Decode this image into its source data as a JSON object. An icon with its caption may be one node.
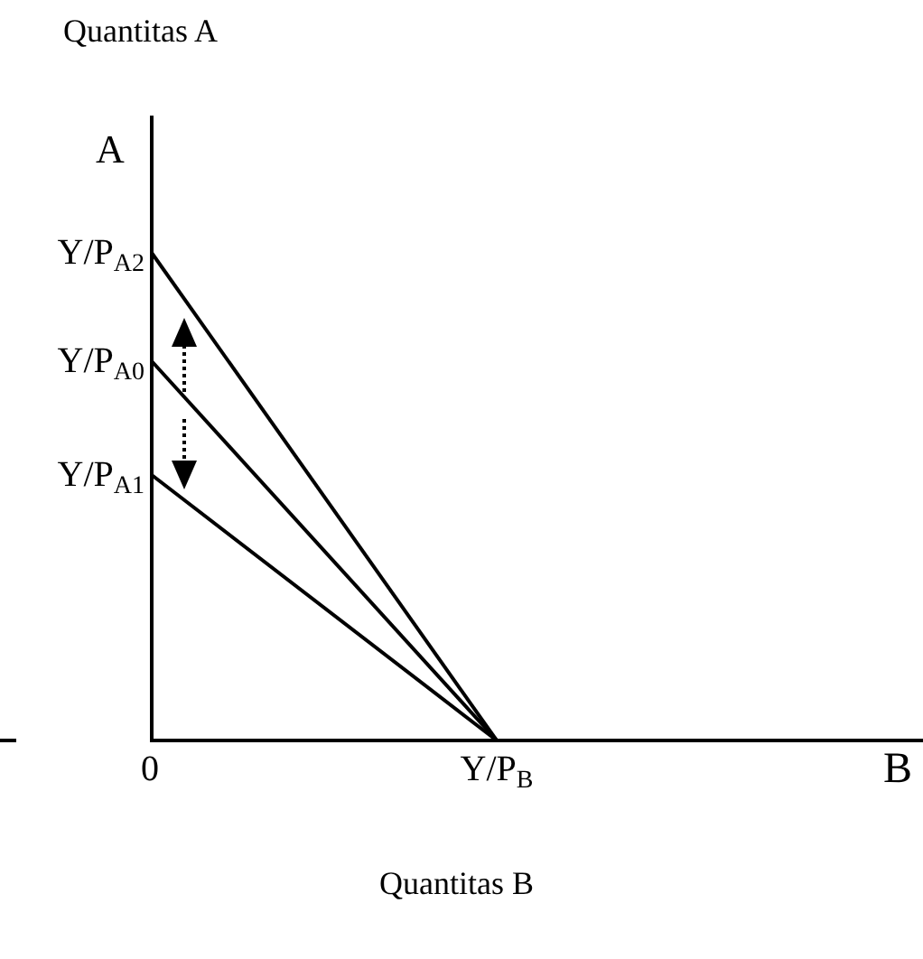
{
  "diagram": {
    "nodes": [
      {
        "text": [
          "Y/P$_{A2}$"
        ]
      },
      {
        "text": [
          "Y/P$_{A0}$"
        ]
      },
      {
        "text": [
          "Y/P$_{A1}$"
        ]
      },
      {
        "text": [
          "Y/P$_{B}$"
        ]
      }
    ],
    "edges": [
      {
        "from": 0,
        "to": 3,
        "arrow": "none"
      },
      {
        "from": 1,
        "to": 3,
        "arrow": "none"
      },
      {
        "from": 2,
        "to": 3,
        "arrow": "none"
      }
    ],
    "labels": [
      "Quantitas A",
      "A",
      "0",
      "B",
      "Quantitas B"
    ]
  }
}
